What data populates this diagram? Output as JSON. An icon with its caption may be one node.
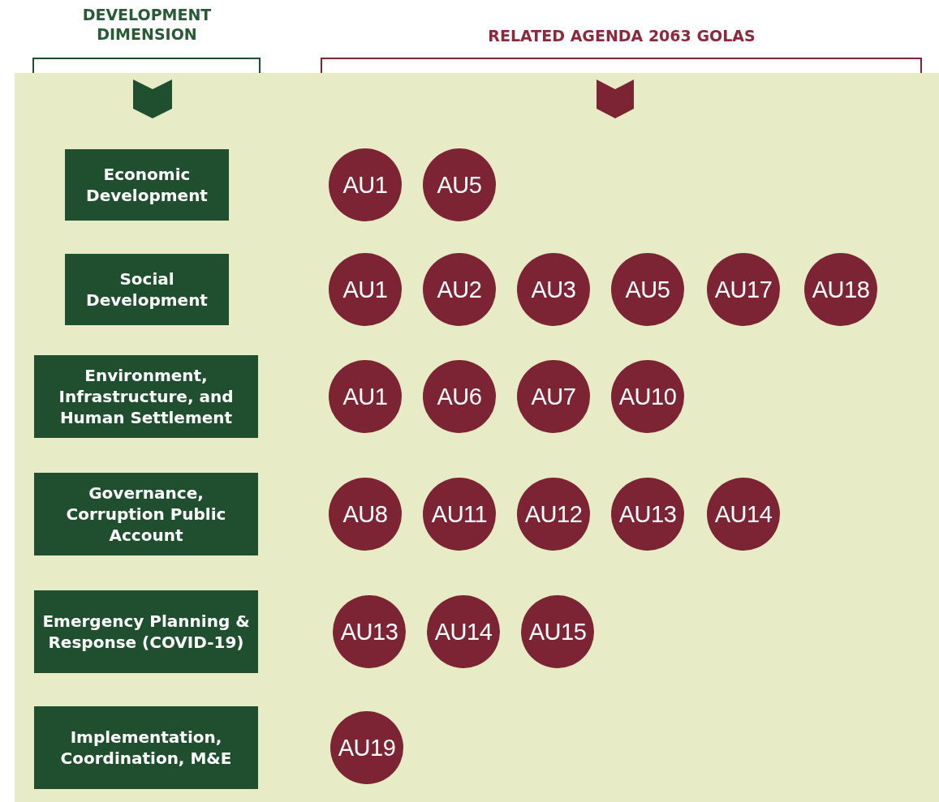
{
  "diagram": {
    "nodes": [
      {
        "text": [
          "Economic Development"
        ]
      },
      {
        "text": [
          "AU1"
        ]
      },
      {
        "text": [
          "AU5"
        ]
      },
      {
        "text": [
          "Social Development"
        ]
      },
      {
        "text": [
          "AU1"
        ]
      },
      {
        "text": [
          "AU2"
        ]
      },
      {
        "text": [
          "AU3"
        ]
      },
      {
        "text": [
          "AU5"
        ]
      },
      {
        "text": [
          "AU17"
        ]
      },
      {
        "text": [
          "AU18"
        ]
      },
      {
        "text": [
          "Environment, Infrastructure, and Human Settlement"
        ]
      },
      {
        "text": [
          "AU1"
        ]
      },
      {
        "text": [
          "AU6"
        ]
      },
      {
        "text": [
          "AU7"
        ]
      },
      {
        "text": [
          "AU10"
        ]
      },
      {
        "text": [
          "Governance, Corruption Public Account"
        ]
      },
      {
        "text": [
          "AU8"
        ]
      },
      {
        "text": [
          "AU11"
        ]
      },
      {
        "text": [
          "AU12"
        ]
      },
      {
        "text": [
          "AU13"
        ]
      },
      {
        "text": [
          "AU14"
        ]
      },
      {
        "text": [
          "Emergency Planning & Response (COVID-19)"
        ]
      },
      {
        "text": [
          "AU13"
        ]
      },
      {
        "text": [
          "AU14"
        ]
      },
      {
        "text": [
          "AU15"
        ]
      },
      {
        "text": [
          "Implementation, Coordination, M&E"
        ]
      },
      {
        "text": [
          "AU19"
        ]
      }
    ],
    "labels": [
      "DEVELOPMENT DIMENSION",
      "RELATED AGENDA 2063 GOLAS"
    ]
  }
}
